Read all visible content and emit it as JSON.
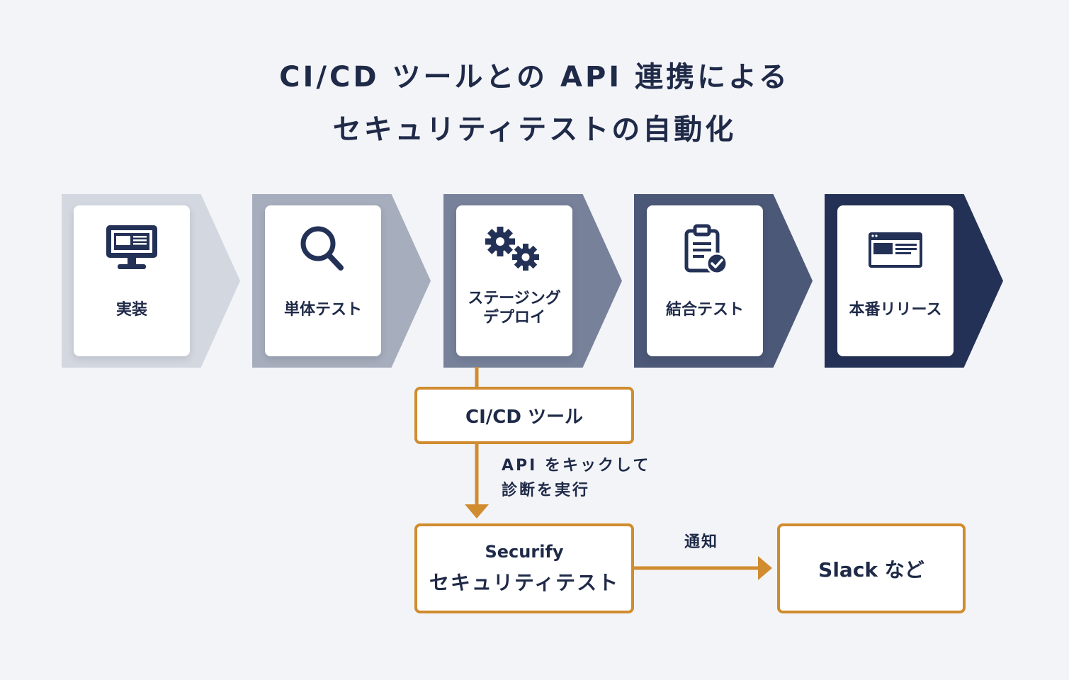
{
  "title": {
    "line1": "CI/CD ツールとの API 連携による",
    "line2": "セキュリティテストの自動化"
  },
  "stages": [
    {
      "label": "実装",
      "icon": "monitor-icon",
      "color": "#d3d7df"
    },
    {
      "label": "単体テスト",
      "icon": "search-icon",
      "color": "#a6adbc"
    },
    {
      "label": "ステージング\nデプロイ",
      "icon": "gears-icon",
      "color": "#77819a"
    },
    {
      "label": "結合テスト",
      "icon": "clipboard-check-icon",
      "color": "#4c5877"
    },
    {
      "label": "本番リリース",
      "icon": "browser-window-icon",
      "color": "#243156"
    }
  ],
  "cicd_box": {
    "label": "CI/CD ツール"
  },
  "arrow_note": {
    "line1": "API をキックして",
    "line2": "診断を実行"
  },
  "securify_box": {
    "line1": "Securify",
    "line2": "セキュリティテスト"
  },
  "notify_label": "通知",
  "slack_box": {
    "label": "Slack など"
  },
  "colors": {
    "accent": "#d08c2e",
    "text": "#1f2a48",
    "background": "#f3f4f8"
  }
}
